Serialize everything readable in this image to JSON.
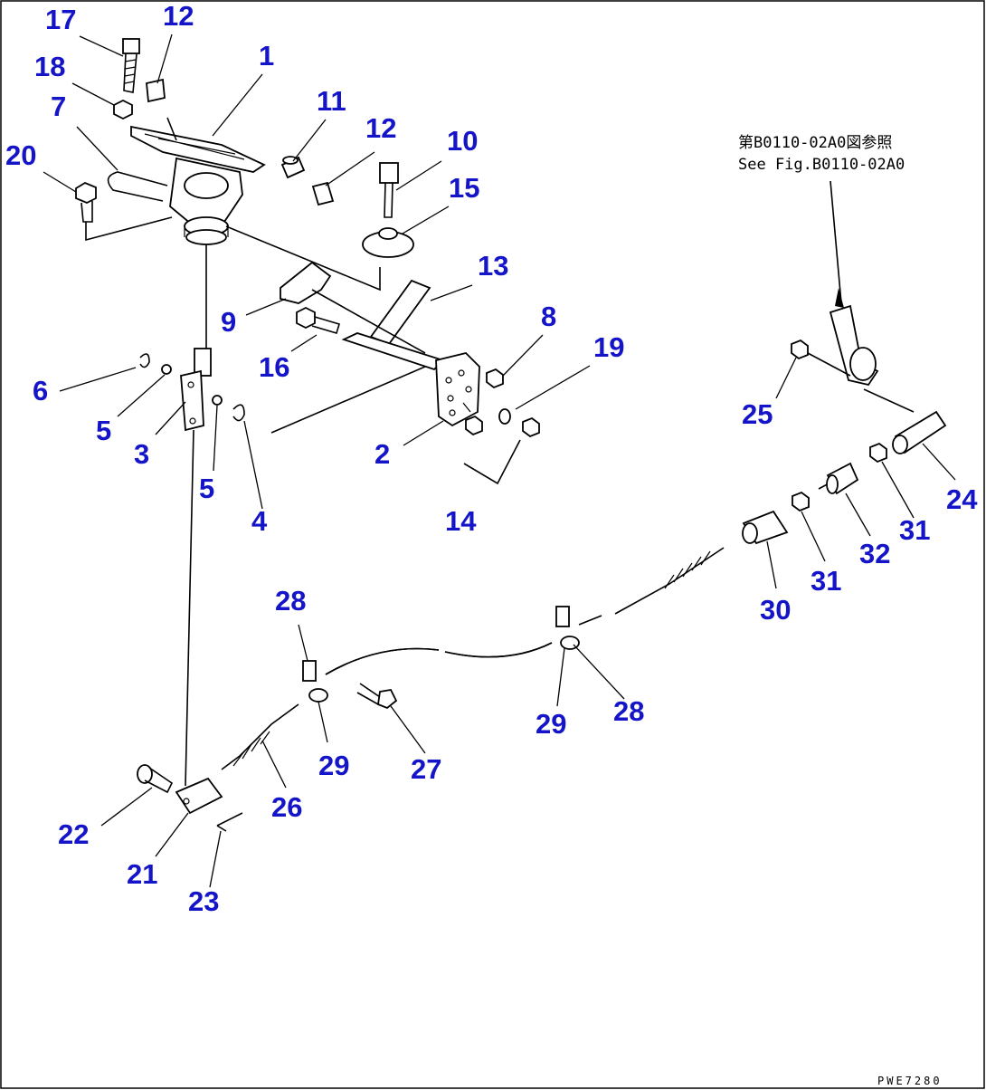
{
  "diagram": {
    "reference_note": {
      "line1": "第B0110-02A0図参照",
      "line2": "See Fig.B0110-02A0"
    },
    "drawing_code": "PWE7280",
    "callouts": [
      {
        "id": "c17",
        "text": "17"
      },
      {
        "id": "c12a",
        "text": "12"
      },
      {
        "id": "c1",
        "text": "1"
      },
      {
        "id": "c18",
        "text": "18"
      },
      {
        "id": "c7",
        "text": "7"
      },
      {
        "id": "c20",
        "text": "20"
      },
      {
        "id": "c11",
        "text": "11"
      },
      {
        "id": "c12b",
        "text": "12"
      },
      {
        "id": "c10",
        "text": "10"
      },
      {
        "id": "c15",
        "text": "15"
      },
      {
        "id": "c13",
        "text": "13"
      },
      {
        "id": "c9",
        "text": "9"
      },
      {
        "id": "c16",
        "text": "16"
      },
      {
        "id": "c8",
        "text": "8"
      },
      {
        "id": "c19",
        "text": "19"
      },
      {
        "id": "c6",
        "text": "6"
      },
      {
        "id": "c5a",
        "text": "5"
      },
      {
        "id": "c3",
        "text": "3"
      },
      {
        "id": "c5b",
        "text": "5"
      },
      {
        "id": "c4",
        "text": "4"
      },
      {
        "id": "c2",
        "text": "2"
      },
      {
        "id": "c14",
        "text": "14"
      },
      {
        "id": "c25",
        "text": "25"
      },
      {
        "id": "c24",
        "text": "24"
      },
      {
        "id": "c31a",
        "text": "31"
      },
      {
        "id": "c32",
        "text": "32"
      },
      {
        "id": "c31b",
        "text": "31"
      },
      {
        "id": "c30",
        "text": "30"
      },
      {
        "id": "c28a",
        "text": "28"
      },
      {
        "id": "c29a",
        "text": "29"
      },
      {
        "id": "c28b",
        "text": "28"
      },
      {
        "id": "c29b",
        "text": "29"
      },
      {
        "id": "c27",
        "text": "27"
      },
      {
        "id": "c26",
        "text": "26"
      },
      {
        "id": "c22",
        "text": "22"
      },
      {
        "id": "c21",
        "text": "21"
      },
      {
        "id": "c23",
        "text": "23"
      }
    ]
  }
}
